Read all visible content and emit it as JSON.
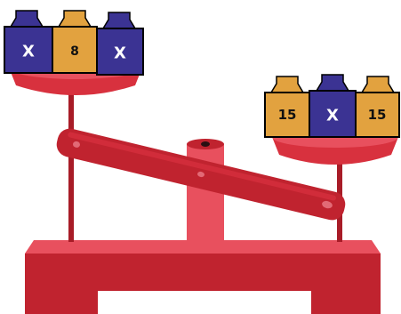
{
  "left_pan": {
    "weights": [
      {
        "label": "X",
        "kind": "variable",
        "color": "#3b3393"
      },
      {
        "label": "8",
        "kind": "number",
        "color": "#e2a23f"
      },
      {
        "label": "X",
        "kind": "variable",
        "color": "#3b3393"
      }
    ]
  },
  "right_pan": {
    "weights": [
      {
        "label": "15",
        "kind": "number",
        "color": "#e2a23f"
      },
      {
        "label": "X",
        "kind": "variable",
        "color": "#3b3393"
      },
      {
        "label": "15",
        "kind": "number",
        "color": "#e2a23f"
      }
    ]
  },
  "colors": {
    "scale_red": "#c0232f",
    "scale_dark_red": "#a81c27",
    "scale_pink": "#e8505e",
    "weight_blue": "#3b3393",
    "weight_gold": "#e2a23f"
  }
}
